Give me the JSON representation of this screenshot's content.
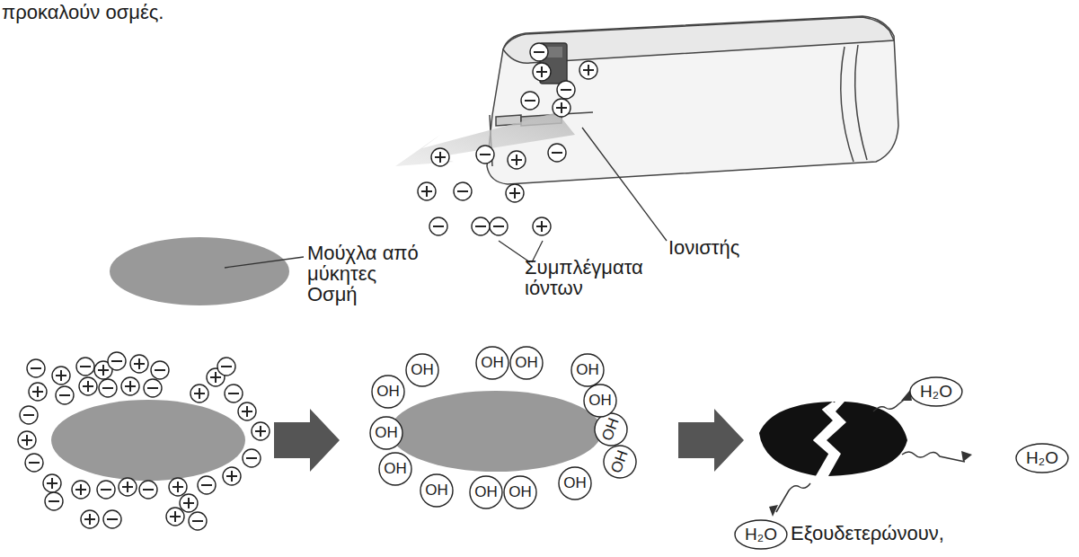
{
  "diagram": {
    "nodes": [
      {
        "text": [
          "OH"
        ]
      },
      {
        "text": [
          "OH"
        ]
      },
      {
        "text": [
          "OH"
        ]
      },
      {
        "text": [
          "OH"
        ]
      },
      {
        "text": [
          "OH"
        ]
      },
      {
        "text": [
          "OH"
        ]
      },
      {
        "text": [
          "OH"
        ]
      },
      {
        "text": [
          "OH"
        ]
      },
      {
        "text": [
          "OH"
        ]
      },
      {
        "text": [
          "OH"
        ]
      },
      {
        "text": [
          "OH"
        ]
      },
      {
        "text": [
          "OH"
        ]
      },
      {
        "text": [
          "OH"
        ]
      },
      {
        "text": [
          "OH"
        ]
      },
      {
        "text": [
          "H₂O"
        ]
      },
      {
        "text": [
          "H₂O"
        ]
      },
      {
        "text": [
          "H₂O"
        ]
      }
    ],
    "labels": [
      "προκαλούν οσμές.",
      "Ιονιστής",
      "Συμπλέγματα ιόντων",
      "Μούχλα από μύκητες",
      "Οσμή",
      "Εξουδετερώνουν,"
    ]
  }
}
